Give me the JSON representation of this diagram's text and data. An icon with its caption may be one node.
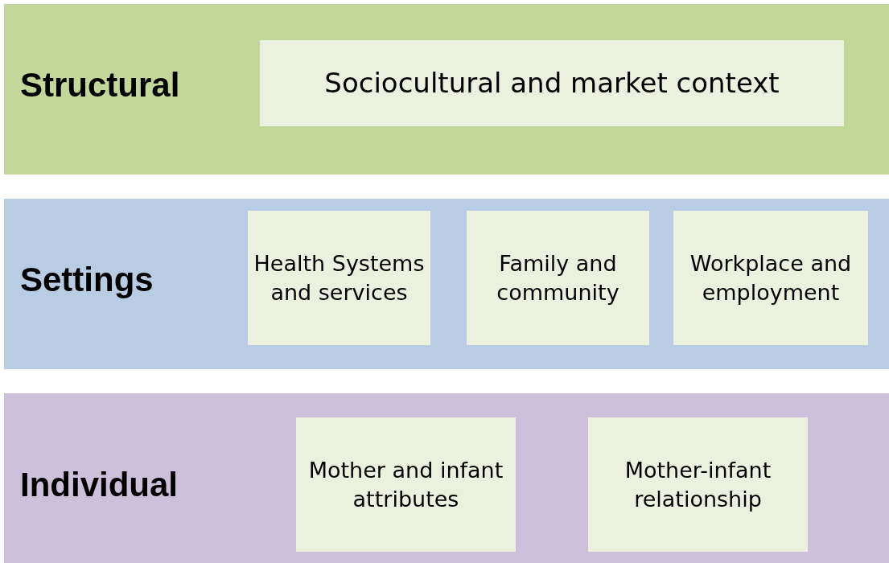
{
  "diagram": {
    "nodes": [
      {
        "text": [
          "Structural"
        ]
      },
      {
        "text": [
          "Sociocultural and market context"
        ],
        "in": 0
      },
      {
        "text": [
          "Settings"
        ]
      },
      {
        "text": [
          "Health Systems and services"
        ],
        "in": 2
      },
      {
        "text": [
          "Family and community"
        ],
        "in": 2
      },
      {
        "text": [
          "Workplace and employment"
        ],
        "in": 2
      },
      {
        "text": [
          "Individual"
        ]
      },
      {
        "text": [
          "Mother and infant attributes"
        ],
        "in": 6
      },
      {
        "text": [
          "Mother-infant relationship"
        ],
        "in": 6
      }
    ]
  }
}
